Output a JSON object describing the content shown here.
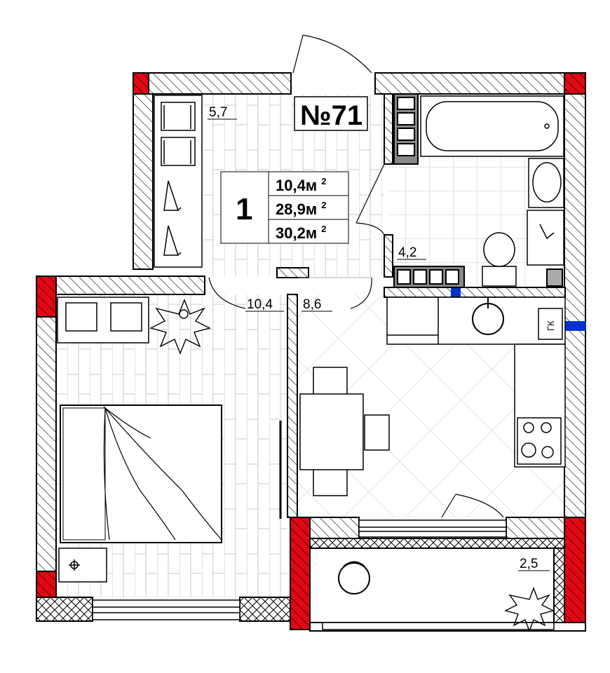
{
  "apartment": {
    "number_label": "№71",
    "rooms_count": "1",
    "areas": {
      "living": "10,4м",
      "living_sup": "2",
      "total_living": "28,9м",
      "total_living_sup": "2",
      "total": "30,2м",
      "total_sup": "2"
    }
  },
  "rooms": {
    "hall_area": "5,7",
    "bathroom_area": "4,2",
    "bedroom_area": "10,4",
    "kitchen_area": "8,6",
    "balcony_area": "2,5"
  },
  "labels": {
    "gk": "ГК"
  },
  "colors": {
    "wall_bearing": "#e30613",
    "riser": "#0033cc",
    "hatch": "#000000"
  },
  "icons": [
    "door-swing-icon",
    "wardrobe-icon",
    "hanger-icon",
    "plant-icon",
    "armchair-icon",
    "bed-icon",
    "nightstand-icon",
    "dining-table-icon",
    "chair-icon",
    "bathtub-icon",
    "washbasin-icon",
    "toilet-icon",
    "washing-machine-icon",
    "kitchen-sink-icon",
    "cooktop-icon",
    "balcony-chair-icon"
  ]
}
